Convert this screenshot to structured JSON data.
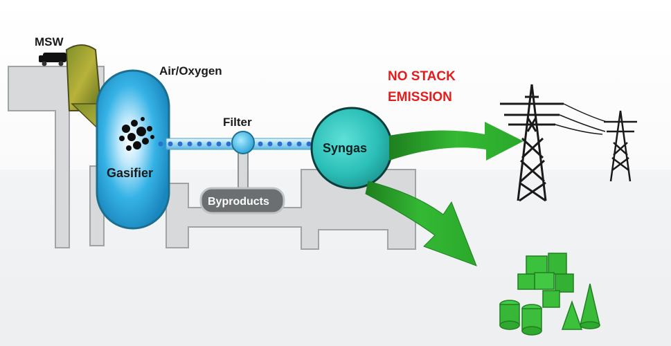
{
  "labels": {
    "msw": "MSW",
    "air_oxygen": "Air/Oxygen",
    "filter": "Filter",
    "gasifier": "Gasifier",
    "byproducts": "Byproducts",
    "syngas": "Syngas",
    "no_stack_line1": "NO STACK",
    "no_stack_line2": "EMISSION"
  },
  "icons": {
    "truck": "garbage-truck-icon",
    "tower_large": "power-tower-icon",
    "tower_small": "power-tower-icon",
    "products": "chemical-products-icon"
  },
  "colors": {
    "vessel_blue": "#29b6e6",
    "vessel_outline": "#1b6f8f",
    "syngas_teal": "#2bc4bd",
    "arrow_green": "#2fb52f",
    "emission_red": "#e51c1c",
    "product_green": "#38c238",
    "structure_gray": "#d6d8da",
    "label_dark": "#1a1a1a"
  }
}
